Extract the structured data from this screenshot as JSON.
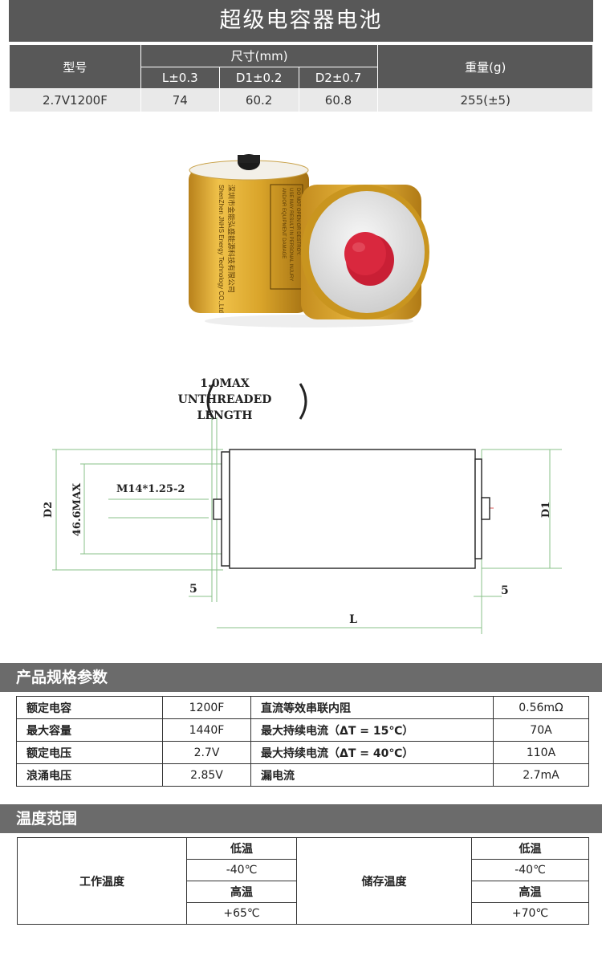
{
  "page_title": "超级电容器电池",
  "dimensions": {
    "col_model": "型号",
    "col_size": "尺寸(mm)",
    "col_L": "L±0.3",
    "col_D1": "D1±0.2",
    "col_D2": "D2±0.7",
    "col_weight": "重量(g)",
    "row": {
      "model": "2.7V1200F",
      "L": "74",
      "D1": "60.2",
      "D2": "60.8",
      "weight": "255(±5)"
    }
  },
  "photo": {
    "label_lines": [
      "深圳市金能弘盛能源科技有限公司",
      "ShenZhen JNHS Energy Technology CO.,Ltd"
    ],
    "warning_lines": [
      "DO NOT OPEN OR DESTROY.",
      "USE MAY RESULT IN PERSONAL INJURY",
      "AND/OR EQUIPMENT DAMAGE"
    ],
    "colors": {
      "gold": "#d9a42a",
      "cap": "#d3243a",
      "silver": "#e5e5e5"
    }
  },
  "drawing": {
    "note_line1": "1.0MAX",
    "note_line2": "UNTHREADED",
    "note_line3": "LENGTH",
    "thread": "M14*1.25-2",
    "max_label": "46.6MAX",
    "d2": "D2",
    "d1": "D1",
    "left_five": "5",
    "right_five": "5",
    "length": "L"
  },
  "specs_section": {
    "title": "产品规格参数",
    "rows": [
      {
        "k1": "额定电容",
        "v1": "1200F",
        "k2": "直流等效串联内阻",
        "v2": "0.56mΩ"
      },
      {
        "k1": "最大容量",
        "v1": "1440F",
        "k2": "最大持续电流（ΔT = 15℃）",
        "v2": "70A"
      },
      {
        "k1": "额定电压",
        "v1": "2.7V",
        "k2": "最大持续电流（ΔT = 40℃）",
        "v2": "110A"
      },
      {
        "k1": "浪涌电压",
        "v1": "2.85V",
        "k2": "漏电流",
        "v2": "2.7mA"
      }
    ]
  },
  "temp_section": {
    "title": "温度范围",
    "operating": {
      "label": "工作温度",
      "low_label": "低温",
      "low": "-40℃",
      "high_label": "高温",
      "high": "+65℃"
    },
    "storage": {
      "label": "储存温度",
      "low_label": "低温",
      "low": "-40℃",
      "high_label": "高温",
      "high": "+70℃"
    }
  }
}
